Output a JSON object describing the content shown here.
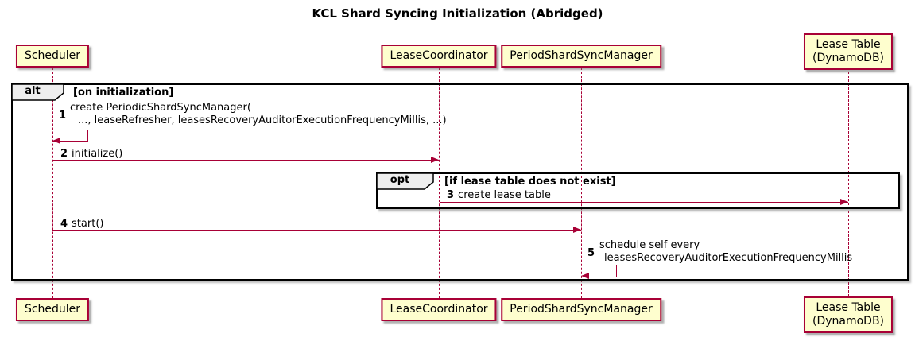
{
  "diagram": {
    "title": "KCL Shard Syncing Initialization (Abridged)"
  },
  "participants": [
    {
      "label": "Scheduler"
    },
    {
      "label": "LeaseCoordinator"
    },
    {
      "label": "PeriodShardSyncManager"
    },
    {
      "label": "Lease Table",
      "label2": "(DynamoDB)"
    }
  ],
  "frames": {
    "alt": {
      "keyword": "alt",
      "condition": "[on initialization]"
    },
    "opt": {
      "keyword": "opt",
      "condition": "[if lease table does not exist]"
    }
  },
  "messages": {
    "m1": {
      "num": "1",
      "line1": "create PeriodicShardSyncManager(",
      "line2": "..., leaseRefresher, leasesRecoveryAuditorExecutionFrequencyMillis, ...)"
    },
    "m2": {
      "num": "2",
      "text": "initialize()"
    },
    "m3": {
      "num": "3",
      "text": "create lease table"
    },
    "m4": {
      "num": "4",
      "text": "start()"
    },
    "m5": {
      "num": "5",
      "line1": "schedule self every",
      "line2": "leasesRecoveryAuditorExecutionFrequencyMillis"
    }
  },
  "colors": {
    "participant_fill": "#FEFECE",
    "participant_border": "#A80036",
    "arrow": "#A80036",
    "frame_border": "#000000",
    "frame_label_fill": "#EEEEEE"
  }
}
